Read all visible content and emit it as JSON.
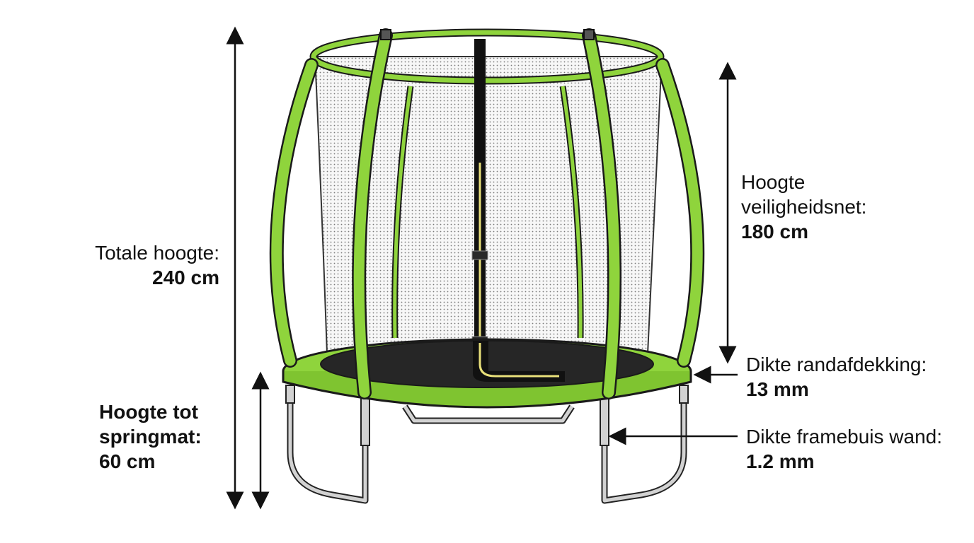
{
  "colors": {
    "frame_green": "#8fd43c",
    "outline": "#1a1a1a",
    "net_fill": "#f4f4f4",
    "mat": "#262626",
    "legs": "#d2d2d2",
    "zipper": "#e8e07a",
    "arrow": "#111111"
  },
  "labels": {
    "total_height": {
      "title": "Totale hoogte:",
      "value": "240 cm"
    },
    "net_height": {
      "title_line1": "Hoogte",
      "title_line2": "veiligheidsnet:",
      "value": "180 cm"
    },
    "mat_height": {
      "title_line1": "Hoogte tot",
      "title_line2": "springmat:",
      "value": "60 cm"
    },
    "padding_thickness": {
      "title": "Dikte randafdekking:",
      "value": "13 mm"
    },
    "tube_wall": {
      "title": "Dikte framebuis wand:",
      "value": "1.2 mm"
    }
  }
}
